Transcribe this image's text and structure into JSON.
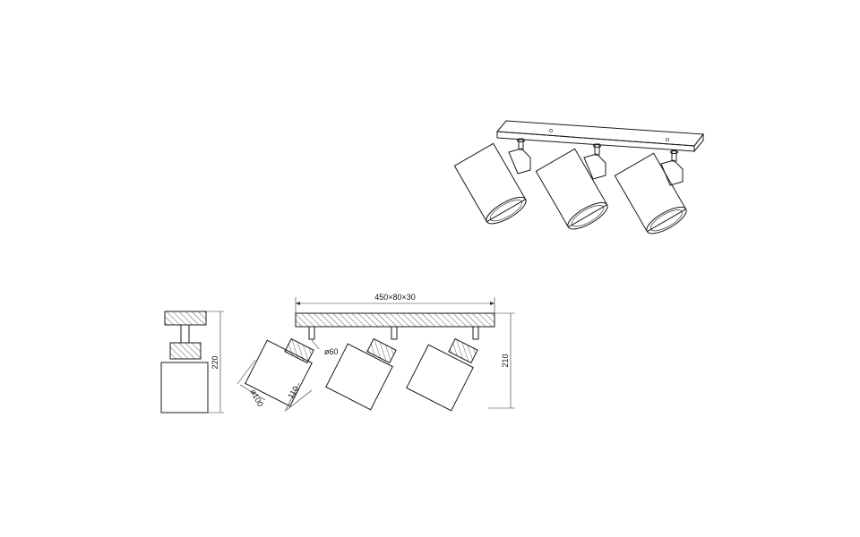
{
  "dimensions": {
    "bar_size": "450×80×30",
    "height_single": "220",
    "height_bar": "210",
    "shade_diameter": "ø100",
    "shade_length": "110",
    "holder_diameter": "ø60"
  }
}
